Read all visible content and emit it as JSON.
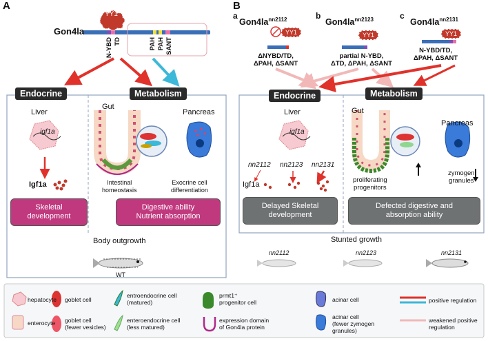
{
  "panel_a": {
    "letter": "A",
    "gene": "Gon4la",
    "yy1": "YY1",
    "domain_left": [
      "N-YBD",
      "TD"
    ],
    "domain_right": [
      "PAH",
      "PAH",
      "SANT"
    ],
    "endocrine": "Endocrine",
    "metabolism": "Metabolism",
    "liver": "Liver",
    "igf1a_gene": "igf1a",
    "igf1a_protein": "Igf1a",
    "gut": "Gut",
    "pancreas": "Pancreas",
    "intestinal": [
      "Intestinal",
      "homeostasis"
    ],
    "exocrine": [
      "Exocrine cell",
      "differentiation"
    ],
    "skeletal": [
      "Skeletal",
      "development"
    ],
    "digestive": [
      "Digestive ability",
      "Nutrient absorption"
    ],
    "body_outgrowth": "Body outgrowth",
    "wt": "WT"
  },
  "panel_b": {
    "letter": "B",
    "a": {
      "letter": "a",
      "gene": "Gon4la",
      "allele": "nn2112",
      "mut": [
        "ΔNYBD/TD,",
        "ΔPAH, ΔSANT"
      ]
    },
    "b": {
      "letter": "b",
      "gene": "Gon4la",
      "allele": "nn2123",
      "mut": [
        "partial N-YBD,",
        "ΔTD, ΔPAH, ΔSANT"
      ]
    },
    "c": {
      "letter": "c",
      "gene": "Gon4la",
      "allele": "nn2131",
      "mut": [
        "N-YBD/TD,",
        "ΔPAH, ΔSANT"
      ]
    },
    "yy1": "YY1",
    "endocrine": "Endocrine",
    "metabolism": "Metabolism",
    "liver": "Liver",
    "igf1a_gene": "igf1a",
    "igf1a_protein": "Igf1a",
    "alleles": [
      "nn2112",
      "nn2123",
      "nn2131"
    ],
    "gut": "Gut",
    "pancreas": "Pancreas",
    "proliferating": [
      "proliferating",
      "progenitors"
    ],
    "zymogen": [
      "zymogen",
      "granules"
    ],
    "delayed": [
      "Delayed Skeletal",
      "development"
    ],
    "defected": [
      "Defected digestive and",
      "absorption ability"
    ],
    "stunted": "Stunted growth"
  },
  "legend": {
    "hepatocyte": "hepatocyte",
    "enterocyte": "enterocyte",
    "goblet": "goblet cell",
    "goblet_fewer": [
      "goblet cell",
      "(fewer vesicles)"
    ],
    "ee_matured": [
      "entroendocrine cell",
      "(matured)"
    ],
    "ee_less": [
      "enteroendocrine cell",
      "(less matured)"
    ],
    "prmt1": [
      "prmt1⁺",
      "progenitor cell"
    ],
    "expression": [
      "expression domain",
      "of Gon4la protein"
    ],
    "acinar": "acinar cell",
    "acinar_fewer": [
      "acinar cell",
      "(fewer zymogen",
      "granules)"
    ],
    "positive": "positive regulation",
    "weakened": [
      "weakened positive",
      "regulation"
    ]
  },
  "colors": {
    "magenta": "#c0397f",
    "gray": "#6f7273",
    "red": "#e0322b",
    "cyan": "#3cb8d8",
    "pink": "#f2b8b8"
  }
}
